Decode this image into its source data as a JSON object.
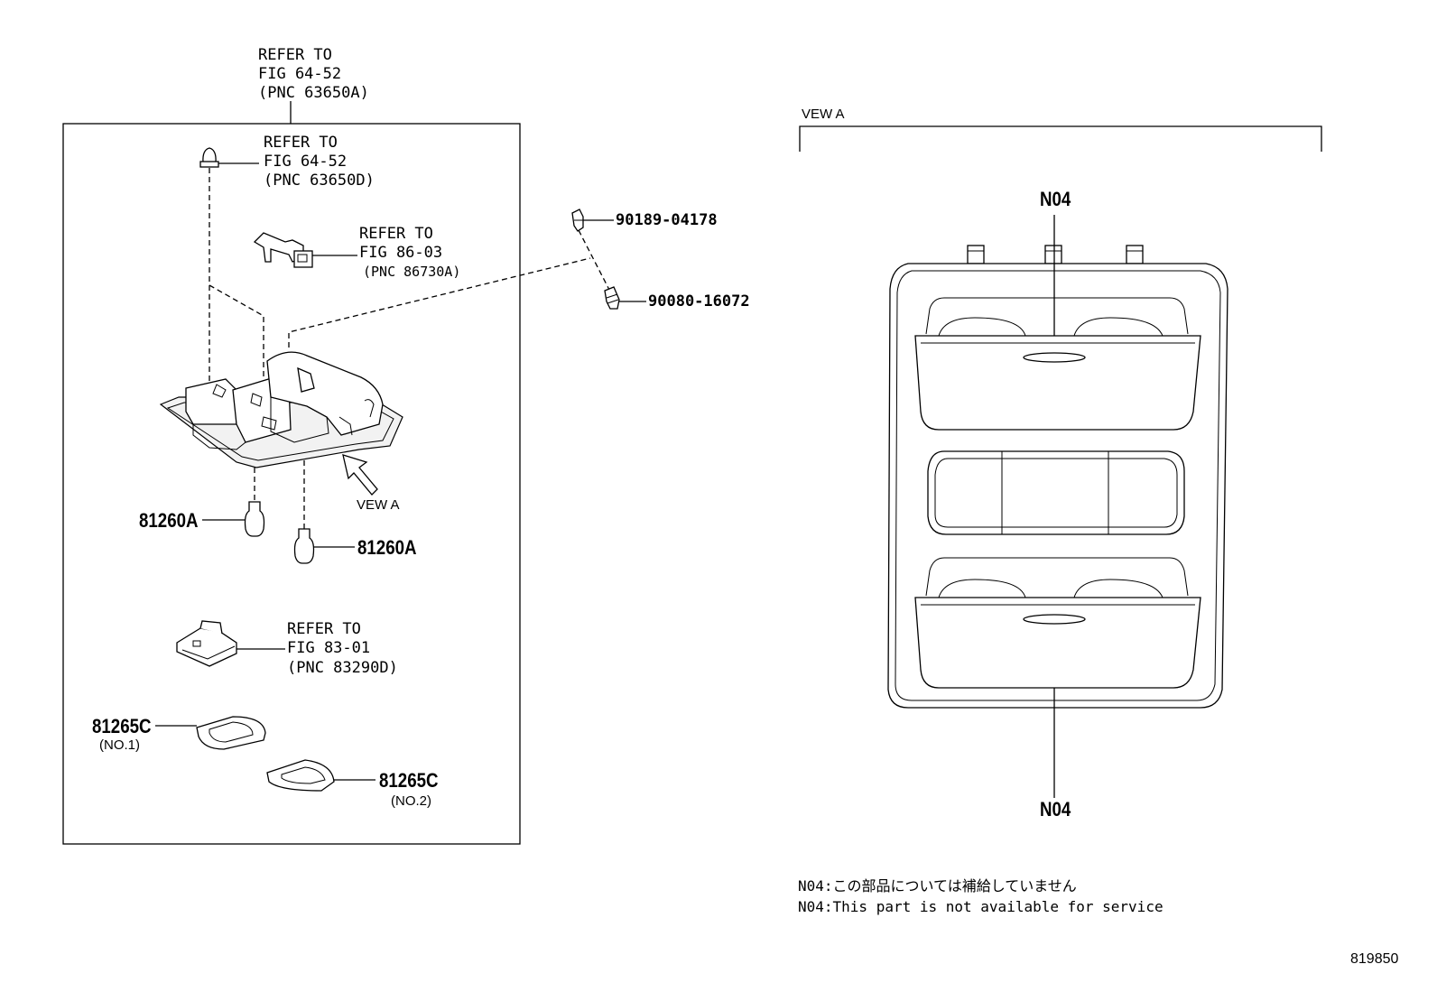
{
  "left_group": {
    "refer_main": [
      "REFER TO",
      "FIG 64-52",
      "(PNC 63650A)"
    ],
    "refer_clip": [
      "REFER TO",
      "FIG 64-52",
      "(PNC 63650D)"
    ],
    "refer_harness": [
      "REFER TO",
      "FIG 86-03",
      "(PNC 86730A)"
    ],
    "refer_switch": [
      "REFER TO",
      "FIG 83-01",
      "(PNC 83290D)"
    ],
    "view_arrow_label": "VEW A"
  },
  "parts": {
    "screw_a": "90189-04178",
    "screw_b": "90080-16072",
    "bulb_left": "81260A",
    "bulb_right": "81260A",
    "lens_no1": {
      "number": "81265C",
      "sub": "(NO.1)"
    },
    "lens_no2": {
      "number": "81265C",
      "sub": "(NO.2)"
    }
  },
  "view_a": {
    "title": "VEW A",
    "callout_top": "N04",
    "callout_bottom": "N04"
  },
  "notes": {
    "line_jp": "N04:この部品については補給していません",
    "line_en": "N04:This part is not available for service"
  },
  "illustration_id": "819850"
}
